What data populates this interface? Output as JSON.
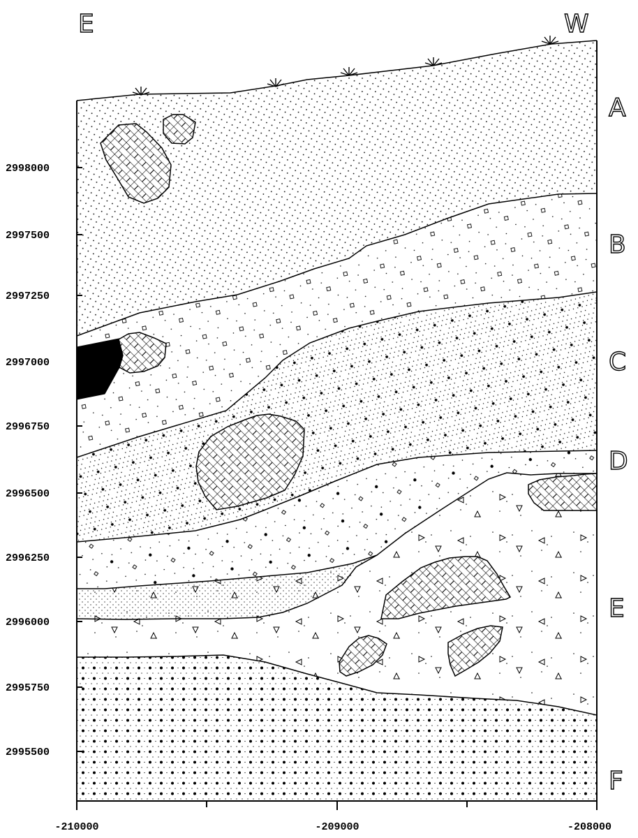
{
  "orientation": {
    "left": "E",
    "right": "W"
  },
  "units": [
    "A",
    "B",
    "C",
    "D",
    "E",
    "F"
  ],
  "y_axis": {
    "ticks": [
      "2998000",
      "2997500",
      "2997250",
      "2997000",
      "2996750",
      "2996500",
      "2996250",
      "2996000",
      "2995750",
      "2995500"
    ]
  },
  "x_axis": {
    "ticks": [
      "-210000",
      "-209000",
      "-208000"
    ]
  }
}
